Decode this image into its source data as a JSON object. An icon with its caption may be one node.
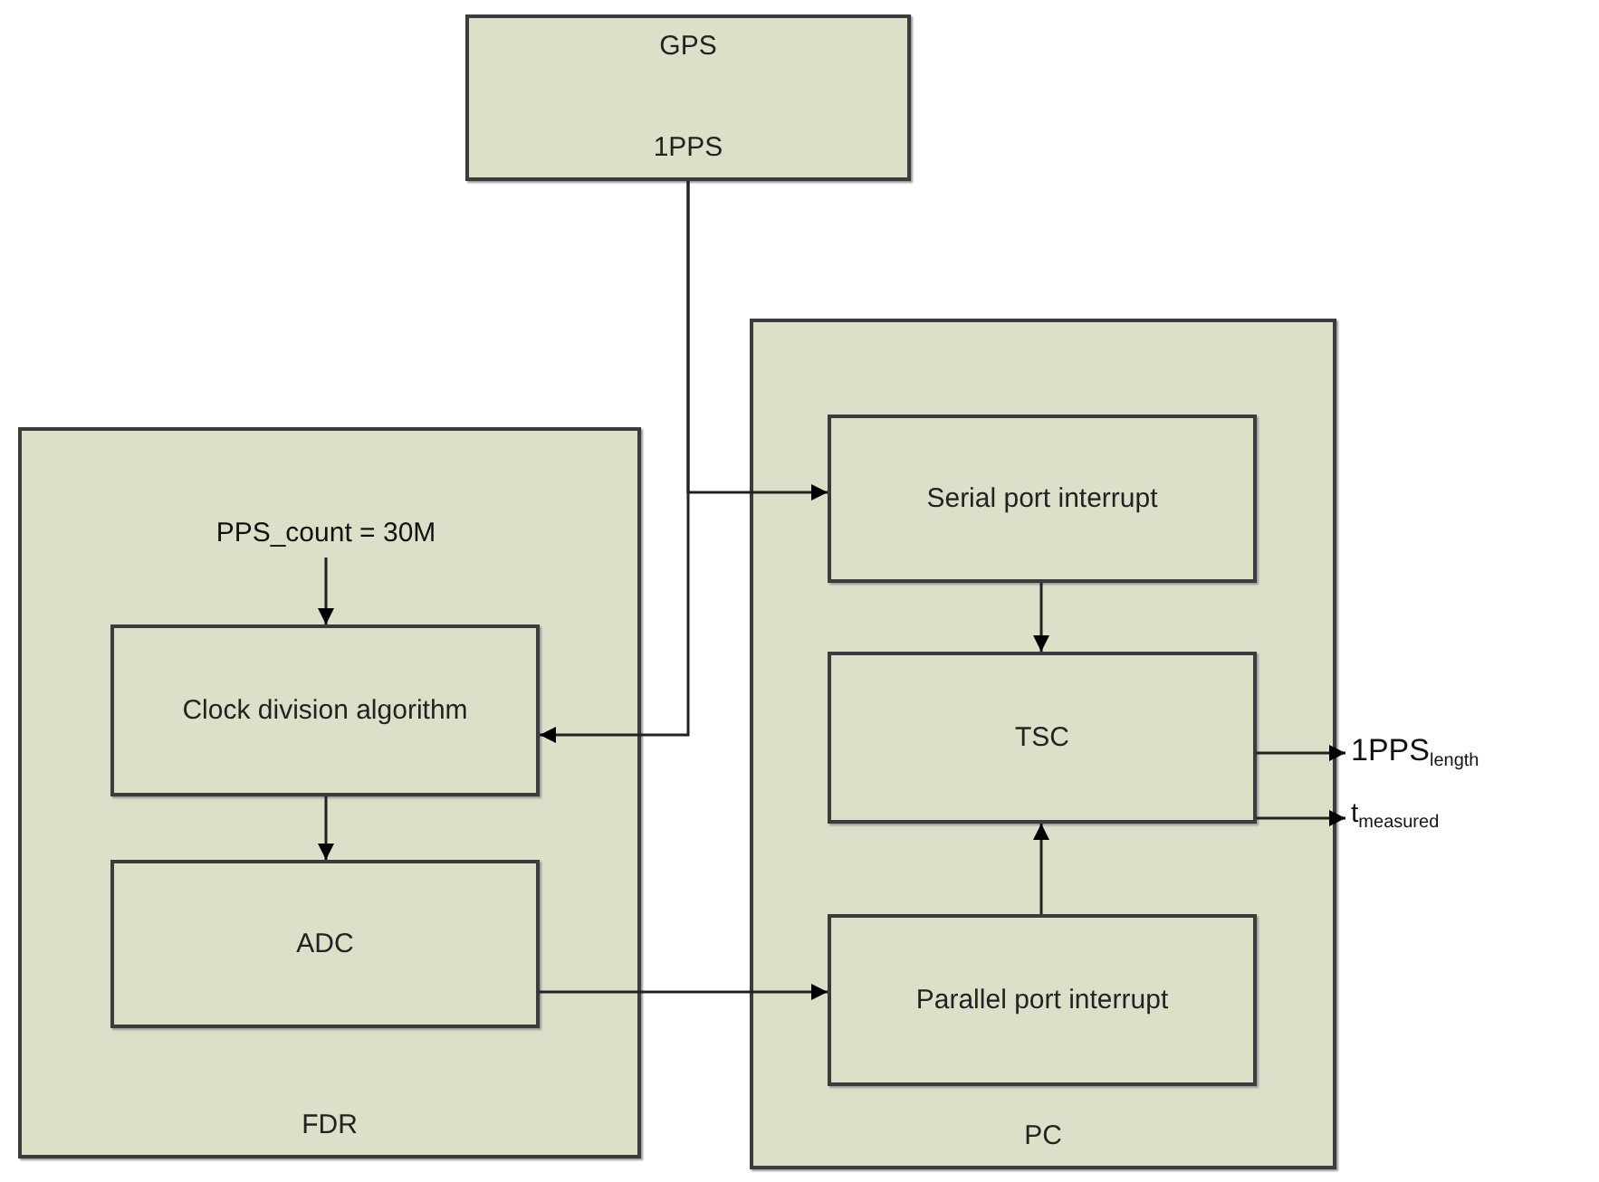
{
  "diagram": {
    "nodes": [
      {
        "text": [
          "GPS",
          "1PPS"
        ]
      },
      {
        "text": [
          "FDR"
        ]
      },
      {
        "text": [
          "PPS_count = 30M"
        ],
        "in": 1
      },
      {
        "text": [
          "Clock division algorithm"
        ],
        "in": 1
      },
      {
        "text": [
          "ADC"
        ],
        "in": 1
      },
      {
        "text": [
          "PC"
        ]
      },
      {
        "text": [
          "Serial port interrupt"
        ],
        "in": 5
      },
      {
        "text": [
          "TSC"
        ],
        "in": 5
      },
      {
        "text": [
          "Parallel port interrupt"
        ],
        "in": 5
      },
      {
        "text": [
          "1PPS$_{length}$"
        ]
      },
      {
        "text": [
          "t$_{measured}$"
        ]
      }
    ],
    "edges": [
      {
        "from": 0,
        "to": 6,
        "arrow": "to"
      },
      {
        "from": 0,
        "to": 3,
        "arrow": "to"
      },
      {
        "from": 2,
        "to": 3,
        "arrow": "to"
      },
      {
        "from": 3,
        "to": 4,
        "arrow": "to"
      },
      {
        "from": 4,
        "to": 8,
        "arrow": "to"
      },
      {
        "from": 6,
        "to": 7,
        "arrow": "to"
      },
      {
        "from": 8,
        "to": 7,
        "arrow": "to"
      },
      {
        "from": 7,
        "to": 9,
        "arrow": "to"
      },
      {
        "from": 7,
        "to": 10,
        "arrow": "to"
      }
    ]
  }
}
